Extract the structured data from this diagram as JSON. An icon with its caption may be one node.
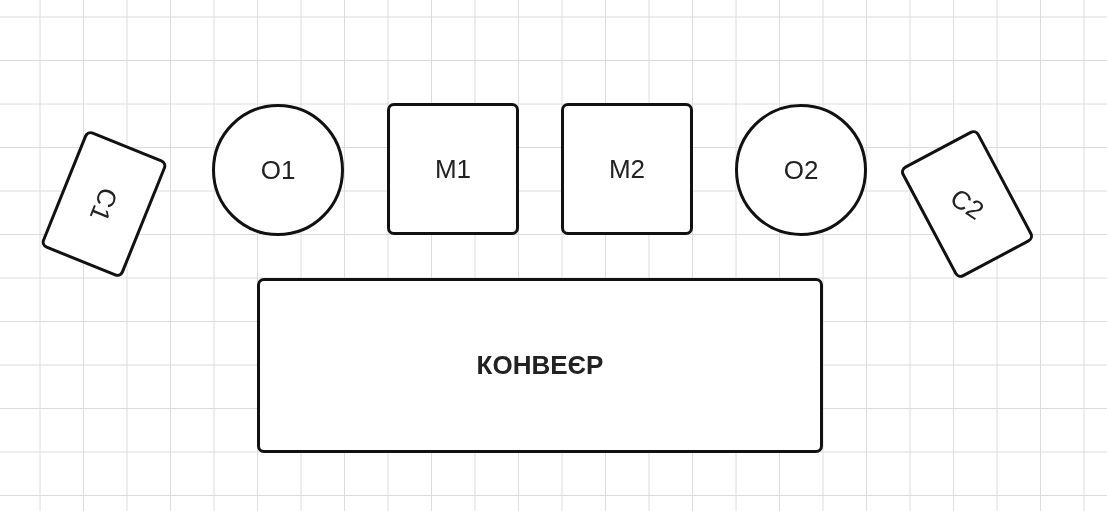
{
  "diagram": {
    "nodes": [
      {
        "text": [
          "C1"
        ]
      },
      {
        "text": [
          "O1"
        ]
      },
      {
        "text": [
          "M1"
        ]
      },
      {
        "text": [
          "M2"
        ]
      },
      {
        "text": [
          "O2"
        ]
      },
      {
        "text": [
          "C2"
        ]
      },
      {
        "text": [
          "КОНВЕЄР"
        ]
      }
    ]
  }
}
